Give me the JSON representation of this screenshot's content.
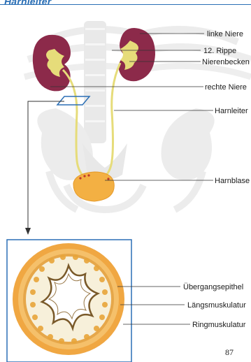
{
  "header": {
    "title": "Harnleiter"
  },
  "labels": {
    "linke_niere": "linke Niere",
    "rippe": "12. Rippe",
    "nierenbecken": "Nierenbecken",
    "rechte_niere": "rechte Niere",
    "harnleiter": "Harnleiter",
    "harnblase": "Harnblase",
    "uebergangsepithel": "Übergangsepithel",
    "laengsmuskulatur": "Längsmuskulatur",
    "ringmuskulatur": "Ringmuskulatur"
  },
  "footer": {
    "page_number": "87"
  },
  "colors": {
    "accent_blue": "#2b6fb5",
    "kidney": "#8c2a4a",
    "pelvis_yellow": "#e6dc7a",
    "bladder": "#f3b043",
    "bone": "#e9e9e9",
    "cross_section_outer": "#f0a742"
  }
}
